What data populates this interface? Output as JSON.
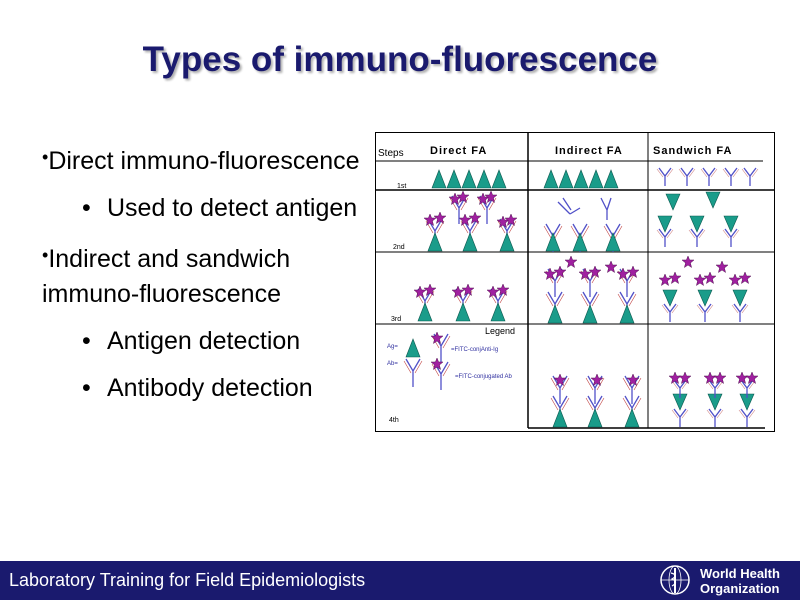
{
  "slide": {
    "title": "Types of immuno-fluorescence",
    "bullets": [
      {
        "level": 1,
        "text": "Direct immuno-fluorescence"
      },
      {
        "level": 2,
        "text": "Used to detect antigen"
      },
      {
        "level": 1,
        "text": "Indirect and sandwich immuno-fluorescence"
      },
      {
        "level": 2,
        "text": "Antigen detection"
      },
      {
        "level": 2,
        "text": "Antibody detection"
      }
    ]
  },
  "figure": {
    "header_steps": "Steps",
    "col_direct": "Direct FA",
    "col_indirect": "Indirect FA",
    "col_sandwich": "Sandwich FA",
    "step_1": "1st",
    "step_2": "2nd",
    "step_3": "3rd",
    "step_4": "4th",
    "legend_title": "Legend",
    "legend_ag": "Ag=",
    "legend_ab": "Ab=",
    "legend_fitc_anti": "=FITC-conjAnti-Ig",
    "legend_fitc_ab": "=FITC-conjugated Ab",
    "colors": {
      "antigen": "#1a9c8a",
      "fitc": "#a020a0",
      "antibody": "#5050c8"
    }
  },
  "footer": {
    "text": "Laboratory Training for Field Epidemiologists",
    "org_line1": "World Health",
    "org_line2": "Organization"
  }
}
